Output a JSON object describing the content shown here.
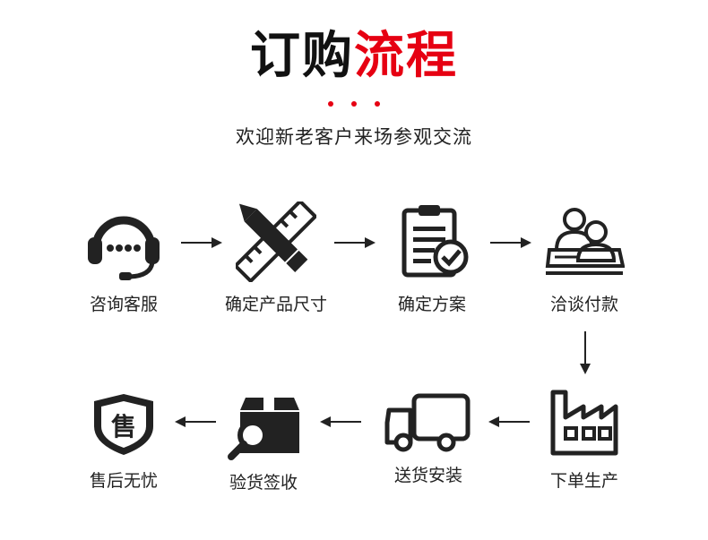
{
  "title": {
    "part1": "订购",
    "part2": "流程"
  },
  "subtitle": "欢迎新老客户来场参观交流",
  "colors": {
    "accent": "#e60012",
    "icon": "#222222"
  },
  "steps": [
    {
      "label": "咨询客服",
      "icon": "headset-icon"
    },
    {
      "label": "确定产品尺寸",
      "icon": "pencil-ruler-icon"
    },
    {
      "label": "确定方案",
      "icon": "clipboard-check-icon"
    },
    {
      "label": "洽谈付款",
      "icon": "meeting-icon"
    },
    {
      "label": "下单生产",
      "icon": "factory-icon"
    },
    {
      "label": "送货安装",
      "icon": "truck-icon"
    },
    {
      "label": "验货签收",
      "icon": "box-magnifier-icon"
    },
    {
      "label": "售后无忧",
      "icon": "shield-icon"
    }
  ],
  "after_sales_badge": "售"
}
